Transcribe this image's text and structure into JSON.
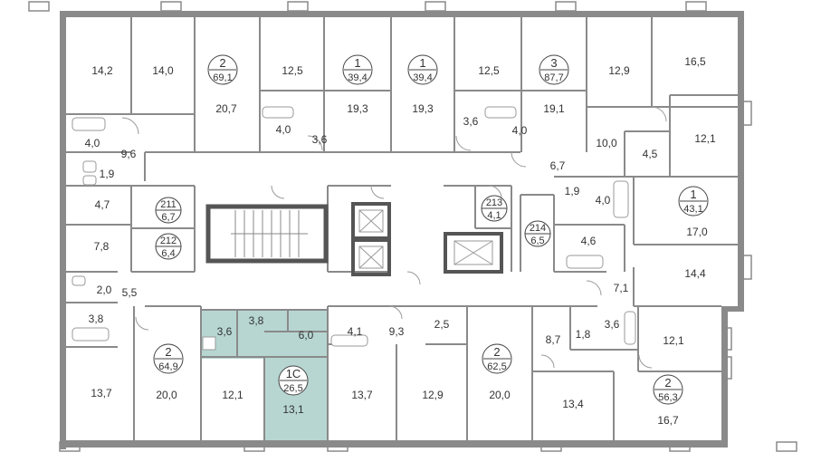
{
  "colors": {
    "wall": "#8a8a8a",
    "highlight": "#b7d6d2",
    "text": "#333333"
  },
  "apartments": [
    {
      "id": "apt-2-69",
      "rooms": "2",
      "area": "69,1"
    },
    {
      "id": "apt-1-39a",
      "rooms": "1",
      "area": "39,4"
    },
    {
      "id": "apt-1-39b",
      "rooms": "1",
      "area": "39,4"
    },
    {
      "id": "apt-3-87",
      "rooms": "3",
      "area": "87,7"
    },
    {
      "id": "apt-1-43",
      "rooms": "1",
      "area": "43,1"
    },
    {
      "id": "apt-2-64",
      "rooms": "2",
      "area": "64,9"
    },
    {
      "id": "apt-1c-26",
      "rooms": "1С",
      "area": "26,5"
    },
    {
      "id": "apt-2-62",
      "rooms": "2",
      "area": "62,5"
    },
    {
      "id": "apt-2-56",
      "rooms": "2",
      "area": "56,3"
    }
  ],
  "storages": [
    {
      "id": "st-211",
      "number": "211",
      "area": "6,7"
    },
    {
      "id": "st-212",
      "number": "212",
      "area": "6,4"
    },
    {
      "id": "st-213",
      "number": "213",
      "area": "4,1"
    },
    {
      "id": "st-214",
      "number": "214",
      "area": "6,5"
    }
  ],
  "rooms": [
    "14,2",
    "14,0",
    "20,7",
    "12,5",
    "19,3",
    "19,3",
    "12,5",
    "19,1",
    "12,9",
    "16,5",
    "4,0",
    "1,9",
    "9,6",
    "4,0",
    "3,6",
    "3,6",
    "4,0",
    "10,0",
    "4,5",
    "12,1",
    "6,7",
    "4,7",
    "1,9",
    "4,0",
    "4,6",
    "17,0",
    "7,8",
    "14,4",
    "2,0",
    "5,5",
    "3,8",
    "7,1",
    "3,6",
    "3,8",
    "6,0",
    "4,1",
    "9,3",
    "2,5",
    "8,7",
    "1,8",
    "3,6",
    "12,1",
    "13,7",
    "20,0",
    "12,1",
    "13,1",
    "13,7",
    "12,9",
    "20,0",
    "13,4",
    "16,7"
  ]
}
